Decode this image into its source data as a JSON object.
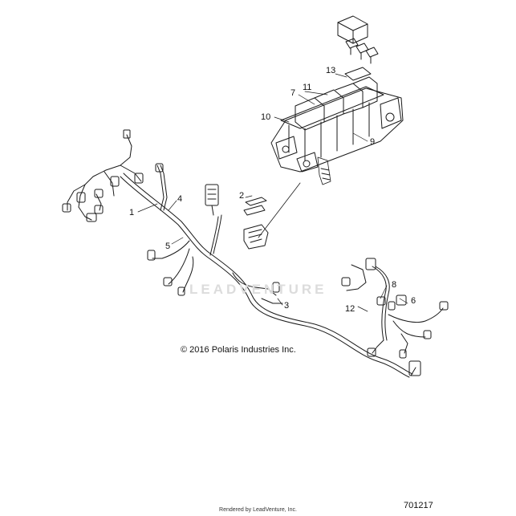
{
  "diagram": {
    "callouts": [
      {
        "id": "c1",
        "label": "1"
      },
      {
        "id": "c2",
        "label": "2"
      },
      {
        "id": "c3",
        "label": "3"
      },
      {
        "id": "c4",
        "label": "4"
      },
      {
        "id": "c5",
        "label": "5"
      },
      {
        "id": "c6",
        "label": "6"
      },
      {
        "id": "c7",
        "label": "7"
      },
      {
        "id": "c8",
        "label": "8"
      },
      {
        "id": "c9",
        "label": "9"
      },
      {
        "id": "c10",
        "label": "10"
      },
      {
        "id": "c11",
        "label": "11"
      },
      {
        "id": "c12",
        "label": "12"
      },
      {
        "id": "c13",
        "label": "13"
      }
    ],
    "copyright": "© 2016 Polaris Industries Inc.",
    "figure_number": "701217",
    "rendered_by": "Rendered by LeadVenture, Inc.",
    "watermark": "LEADVENTURE",
    "line_color": "#1a1a1a"
  }
}
